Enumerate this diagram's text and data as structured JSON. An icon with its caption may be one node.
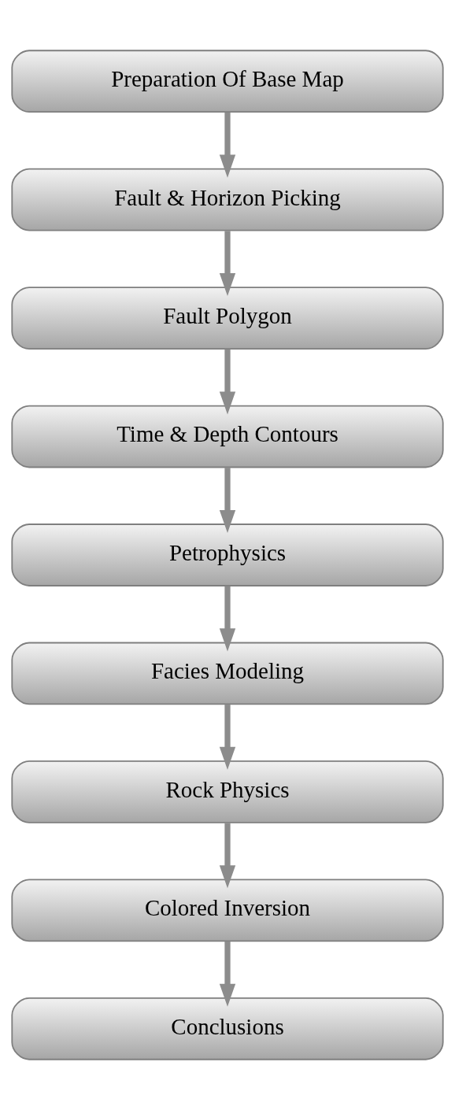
{
  "diagram": {
    "nodes": [
      {
        "text": [
          "Preparation Of Base Map"
        ]
      },
      {
        "text": [
          "Fault & Horizon Picking"
        ]
      },
      {
        "text": [
          "Fault Polygon"
        ]
      },
      {
        "text": [
          "Time & Depth Contours"
        ]
      },
      {
        "text": [
          "Petrophysics"
        ]
      },
      {
        "text": [
          "Facies Modeling"
        ]
      },
      {
        "text": [
          "Rock Physics"
        ]
      },
      {
        "text": [
          "Colored Inversion"
        ]
      },
      {
        "text": [
          "Conclusions"
        ]
      }
    ],
    "edges": [
      {
        "from": 0,
        "to": 1,
        "arrow": "to"
      },
      {
        "from": 1,
        "to": 2,
        "arrow": "to"
      },
      {
        "from": 2,
        "to": 3,
        "arrow": "to"
      },
      {
        "from": 3,
        "to": 4,
        "arrow": "to"
      },
      {
        "from": 4,
        "to": 5,
        "arrow": "to"
      },
      {
        "from": 5,
        "to": 6,
        "arrow": "to"
      },
      {
        "from": 6,
        "to": 7,
        "arrow": "to"
      },
      {
        "from": 7,
        "to": 8,
        "arrow": "to"
      }
    ]
  }
}
